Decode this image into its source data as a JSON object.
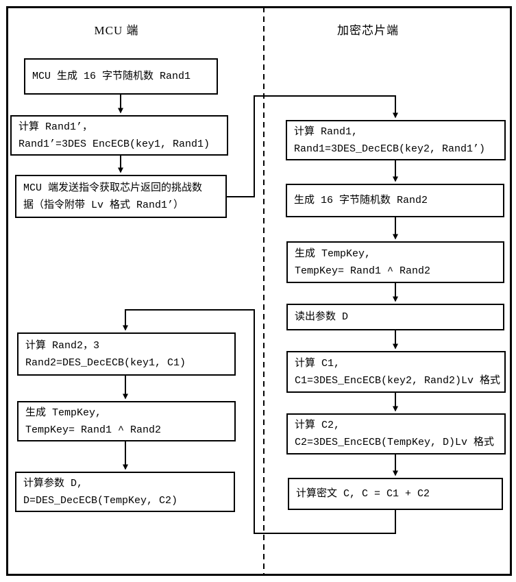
{
  "colors": {
    "ink": "#000000",
    "background": "#ffffff"
  },
  "titles": {
    "left": "MCU 端",
    "right": "加密芯片端"
  },
  "nodes": {
    "mcu_rand1": {
      "line1": "MCU 生成 16 字节随机数 Rand1"
    },
    "mcu_calc_rand1p": {
      "line1": "计算 Rand1’，",
      "line2": "Rand1’=3DES EncECB(key1, Rand1)"
    },
    "mcu_send_cmd": {
      "line1": "MCU 端发送指令获取芯片返回的挑战数",
      "line2": "据（指令附带 Lv 格式 Rand1’）"
    },
    "mcu_calc_rand2": {
      "line1": "计算 Rand2，3",
      "line2": "Rand2=DES_DecECB(key1, C1)"
    },
    "mcu_gen_tempkey": {
      "line1": "生成 TempKey,",
      "line2": "TempKey= Rand1 ^ Rand2"
    },
    "mcu_calc_d": {
      "line1": "计算参数 D,",
      "line2": "D=DES_DecECB(TempKey, C2)"
    },
    "chip_calc_rand1": {
      "line1": "计算 Rand1,",
      "line2": "Rand1=3DES_DecECB(key2, Rand1’)"
    },
    "chip_gen_rand2": {
      "line1": "生成 16 字节随机数 Rand2"
    },
    "chip_gen_tempkey": {
      "line1": "生成 TempKey,",
      "line2": "TempKey= Rand1 ^ Rand2"
    },
    "chip_read_d": {
      "line1": "读出参数 D"
    },
    "chip_calc_c1": {
      "line1": "计算 C1,",
      "line2": "C1=3DES_EncECB(key2, Rand2)Lv 格式"
    },
    "chip_calc_c2": {
      "line1": "计算 C2,",
      "line2": "C2=3DES_EncECB(TempKey, D)Lv 格式"
    },
    "chip_calc_c": {
      "line1": "计算密文 C, C = C1 + C2"
    }
  },
  "flow_edges": [
    {
      "from": "mcu_rand1",
      "to": "mcu_calc_rand1p"
    },
    {
      "from": "mcu_calc_rand1p",
      "to": "mcu_send_cmd"
    },
    {
      "from": "mcu_send_cmd",
      "to": "chip_calc_rand1"
    },
    {
      "from": "chip_calc_rand1",
      "to": "chip_gen_rand2"
    },
    {
      "from": "chip_gen_rand2",
      "to": "chip_gen_tempkey"
    },
    {
      "from": "chip_gen_tempkey",
      "to": "chip_read_d"
    },
    {
      "from": "chip_read_d",
      "to": "chip_calc_c1"
    },
    {
      "from": "chip_calc_c1",
      "to": "chip_calc_c2"
    },
    {
      "from": "chip_calc_c2",
      "to": "chip_calc_c"
    },
    {
      "from": "chip_calc_c",
      "to": "mcu_calc_rand2"
    },
    {
      "from": "mcu_calc_rand2",
      "to": "mcu_gen_tempkey"
    },
    {
      "from": "mcu_gen_tempkey",
      "to": "mcu_calc_d"
    }
  ]
}
